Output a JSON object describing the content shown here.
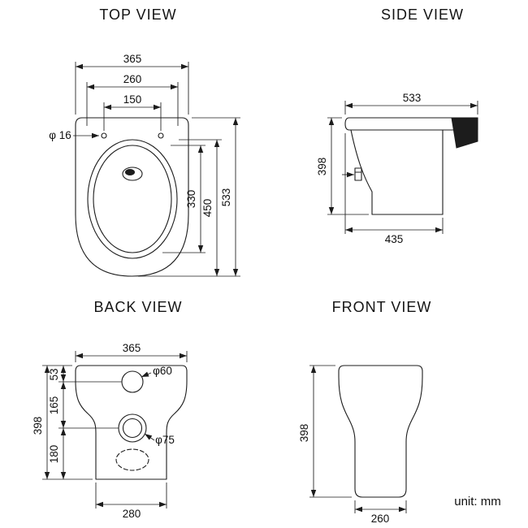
{
  "unit_label": "unit: mm",
  "views": {
    "top": {
      "title": "TOP VIEW",
      "dims": {
        "width": "365",
        "seat_width": "260",
        "hinge_spacing": "150",
        "hole_dia": "φ 16",
        "bowl_length": "330",
        "seat_length": "450",
        "total_depth": "533"
      }
    },
    "side": {
      "title": "SIDE VIEW",
      "dims": {
        "total_depth": "533",
        "height": "398",
        "base_depth": "435"
      }
    },
    "back": {
      "title": "BACK VIEW",
      "dims": {
        "width": "365",
        "top_to_inlet": "53",
        "inlet_to_outlet": "165",
        "outlet_to_floor": "180",
        "height": "398",
        "inlet_dia": "φ60",
        "outlet_dia": "φ75",
        "base_width": "280"
      }
    },
    "front": {
      "title": "FRONT VIEW",
      "dims": {
        "height": "398",
        "base_width": "260"
      }
    }
  }
}
